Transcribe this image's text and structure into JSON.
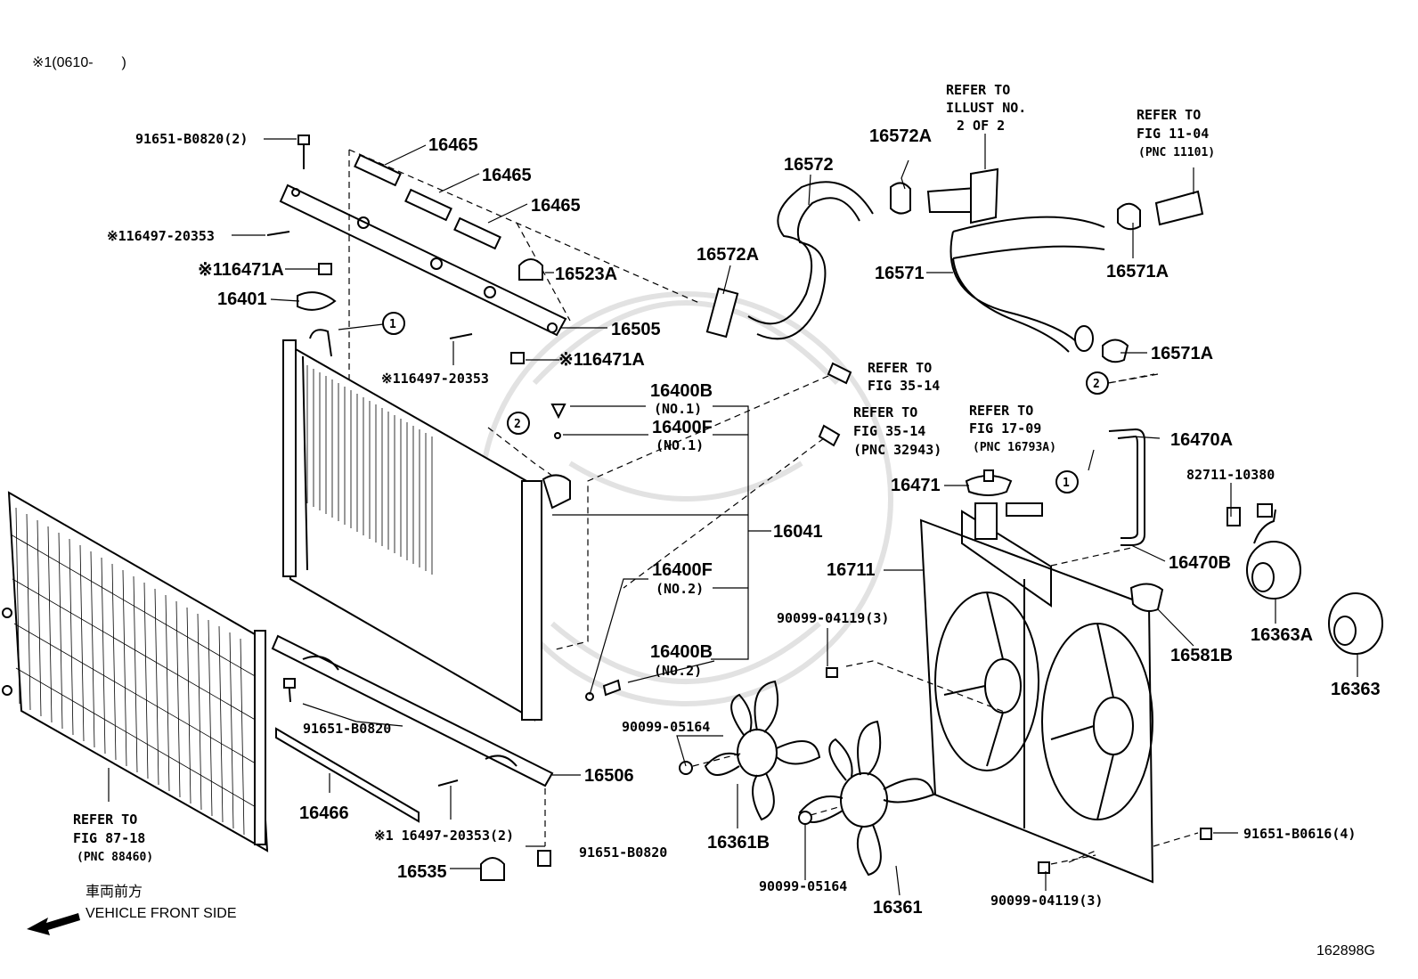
{
  "header_note": "※1(0610-　　)",
  "figure_id": "162898G",
  "front": {
    "jp": "車両前方",
    "en": "VEHICLE FRONT SIDE"
  },
  "labels": {
    "p91651_b0820_2": "91651-B0820(2)",
    "p16465_a": "16465",
    "p16465_b": "16465",
    "p16465_c": "16465",
    "p16497_a": "※116497-20353",
    "p16471a_a": "※116471A",
    "p16523a": "16523A",
    "p16401": "16401",
    "p16505": "16505",
    "p16497_b": "※116497-20353",
    "p16471a_b": "※116471A",
    "p16400b_1": "16400B",
    "p16400b_1_sub": "(NO.1)",
    "p16400f_1": "16400F",
    "p16400f_1_sub": "(NO.1)",
    "p16041": "16041",
    "p16400f_2": "16400F",
    "p16400f_2_sub": "(NO.2)",
    "p16400b_2": "16400B",
    "p16400b_2_sub": "(NO.2)",
    "p91651_b0820_b": "91651-B0820",
    "p16506": "16506",
    "p16466": "16466",
    "p16497_c": "※1 16497-20353(2)",
    "p91651_b0820_c": "91651-B0820",
    "p16535": "16535",
    "p16572a_top": "16572A",
    "p16572": "16572",
    "p16572a_left": "16572A",
    "p16571": "16571",
    "p16571a_top": "16571A",
    "p16571a_bot": "16571A",
    "p16470a": "16470A",
    "p82711": "82711-10380",
    "p16471": "16471",
    "p16711": "16711",
    "p16470b": "16470B",
    "p16581b": "16581B",
    "p16363a": "16363A",
    "p16363": "16363",
    "p90099_04119_a": "90099-04119(3)",
    "p90099_05164_a": "90099-05164",
    "p16361b": "16361B",
    "p90099_05164_b": "90099-05164",
    "p16361": "16361",
    "p90099_04119_b": "90099-04119(3)",
    "p91651_b0616": "91651-B0616(4)"
  },
  "refs": {
    "illust": [
      "REFER TO",
      "ILLUST NO.",
      "2 OF 2"
    ],
    "fig1104": [
      "REFER TO",
      "FIG 11-04",
      "(PNC 11101)"
    ],
    "fig3514_a": [
      "REFER TO",
      "FIG 35-14"
    ],
    "fig3514_b": [
      "REFER TO",
      "FIG 35-14",
      "(PNC 32943)"
    ],
    "fig1709": [
      "REFER TO",
      "FIG 17-09",
      "(PNC 16793A)"
    ],
    "fig8718": [
      "REFER TO",
      "FIG 87-18",
      "(PNC 88460)"
    ]
  },
  "circles": {
    "c1": "1",
    "c2": "2"
  }
}
